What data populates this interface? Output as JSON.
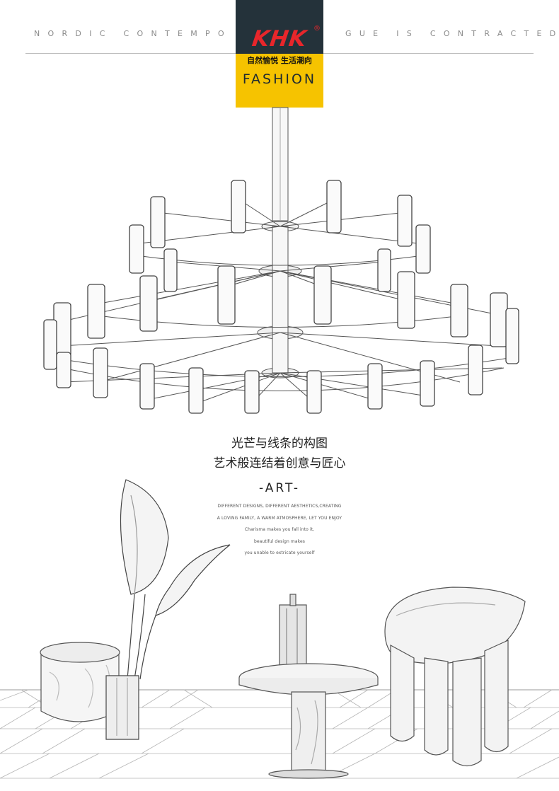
{
  "header": {
    "tagline_left": "NORDIC CONTEMPO",
    "tagline_right": "GUE IS CONTRACTED"
  },
  "logo": {
    "brand": "KHK",
    "registered": "®",
    "slogan": "自然愉悦  生活潮向",
    "fashion": "FASHION",
    "colors": {
      "dark": "#24323a",
      "yellow": "#f6c300",
      "red": "#e8262b"
    }
  },
  "headline": {
    "line1": "光芒与线条的构图",
    "line2": "艺术般连结着创意与匠心"
  },
  "art_title": "-ART-",
  "body_lines": [
    "DIFFERENT DESIGNS, DIFFERENT AESTHETICS,CREATING",
    "A LOVING FAMILY, A WARM ATMOSPHERE, LET YOU ENJOY",
    "Charisma makes you fall into it,",
    "beautiful design makes",
    "you unable to extricate yourself"
  ],
  "illustrations": [
    "chandelier-sketch",
    "banana-leaf-plant-sketch",
    "pouf-sketch",
    "side-table-sketch",
    "elephant-chair-sketch",
    "herringbone-floor-sketch"
  ]
}
